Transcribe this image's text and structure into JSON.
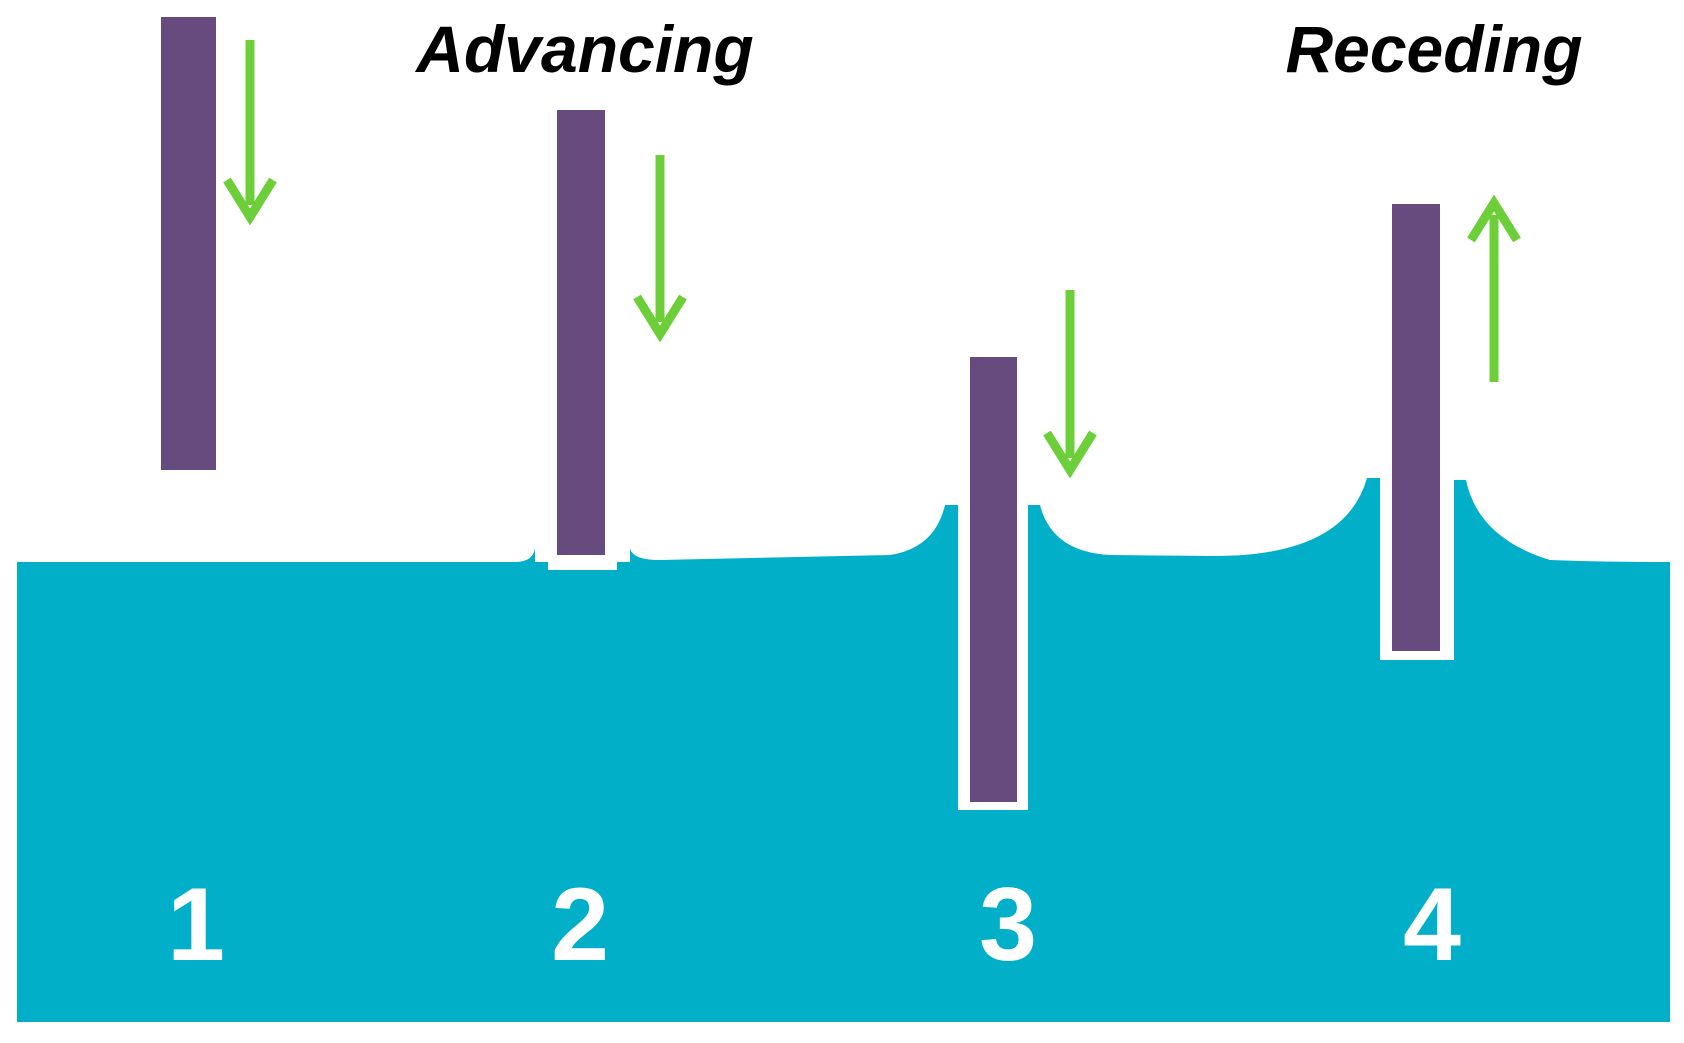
{
  "labels": {
    "advancing": "Advancing",
    "receding": "Receding"
  },
  "steps": [
    {
      "number": "1",
      "motion": "down"
    },
    {
      "number": "2",
      "motion": "down"
    },
    {
      "number": "3",
      "motion": "down"
    },
    {
      "number": "4",
      "motion": "up"
    }
  ],
  "colors": {
    "liquid": "#01AFC8",
    "plate": "#674A7E",
    "arrow": "#6CCF3A",
    "gap": "#FFFFFF",
    "label": "#000000"
  }
}
